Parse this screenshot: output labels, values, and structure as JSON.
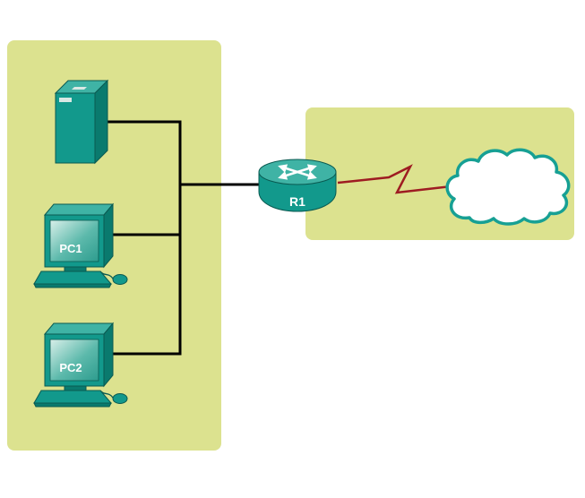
{
  "diagram": {
    "type": "network-topology",
    "nodes": {
      "server": {
        "kind": "server",
        "label": ""
      },
      "pc1": {
        "kind": "pc",
        "label": "PC1"
      },
      "pc2": {
        "kind": "pc",
        "label": "PC2"
      },
      "router": {
        "kind": "router",
        "label": "R1"
      },
      "cloud": {
        "kind": "internet-cloud",
        "label": ""
      }
    },
    "links": [
      {
        "from": "server",
        "to": "router",
        "type": "ethernet"
      },
      {
        "from": "pc1",
        "to": "router",
        "type": "ethernet"
      },
      {
        "from": "pc2",
        "to": "router",
        "type": "ethernet"
      },
      {
        "from": "router",
        "to": "cloud",
        "type": "serial"
      }
    ],
    "colors": {
      "zone_fill": "#dce28f",
      "device_teal": "#12998c",
      "device_teal_light": "#3fb3a5",
      "device_teal_dark": "#0a7a6e",
      "device_outline": "#0a5a51",
      "ethernet_link": "#000000",
      "serial_link": "#9e1c22",
      "cloud_fill": "#ffffff",
      "cloud_stroke": "#17a094",
      "label_text": "#ffffff"
    }
  }
}
